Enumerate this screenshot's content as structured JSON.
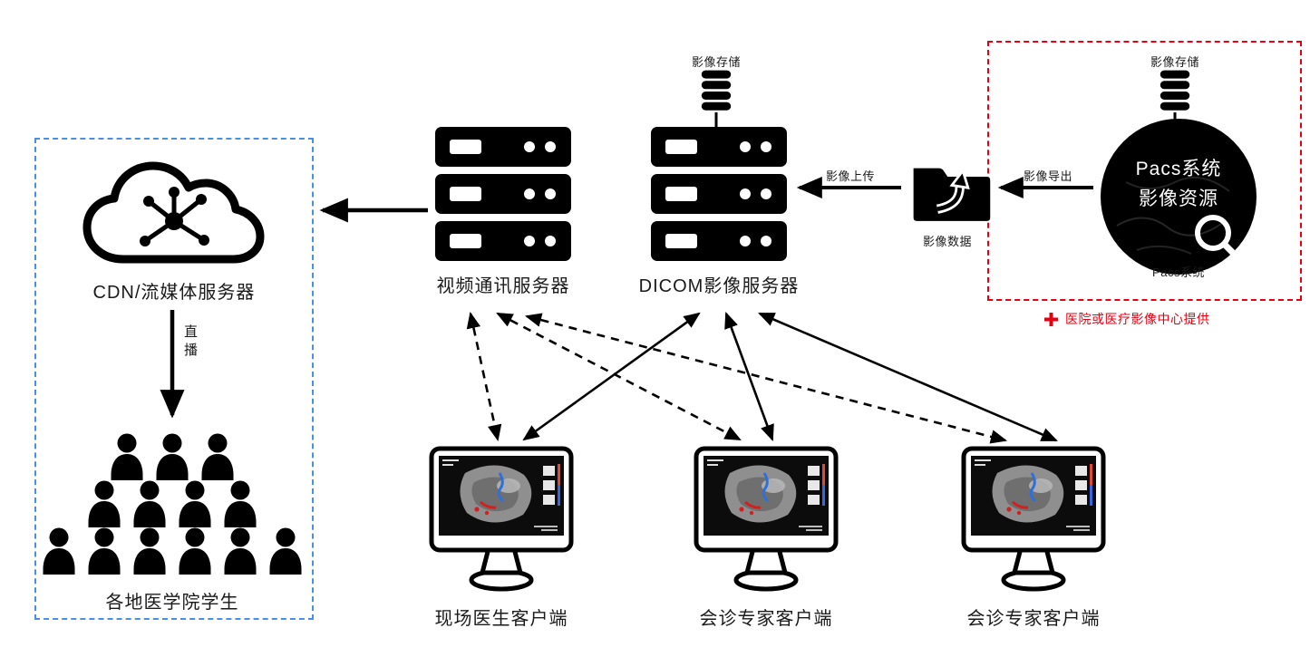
{
  "pacs": {
    "storage_label": "影像存储",
    "circle_line1": "Pacs系统",
    "circle_line2": "影像资源",
    "caption": "Pacs系统",
    "note": "医院或医疗影像中心提供"
  },
  "flows": {
    "export": "影像导出",
    "upload": "影像上传",
    "image_data": "影像数据",
    "live": "直播"
  },
  "servers": {
    "dicom_label": "DICOM影像服务器",
    "dicom_storage_label": "影像存储",
    "video_label": "视频通讯服务器",
    "cdn_label": "CDN/流媒体服务器"
  },
  "clients": [
    {
      "label": "现场医生客户端"
    },
    {
      "label": "会诊专家客户端"
    },
    {
      "label": "会诊专家客户端"
    }
  ],
  "audience": {
    "label": "各地医学院学生"
  },
  "colors": {
    "accent_red": "#e60012",
    "accent_blue": "#4a90e2"
  }
}
